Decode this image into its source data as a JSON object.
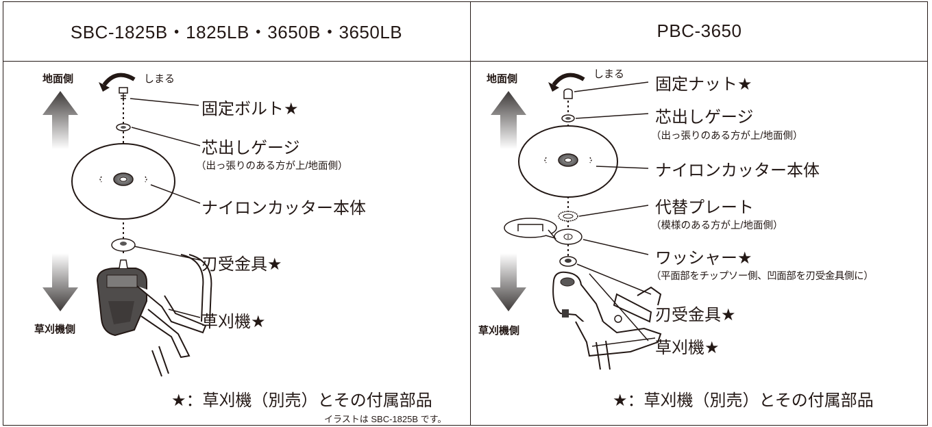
{
  "left_panel": {
    "header": "SBC-1825B・1825LB・3650B・3650LB",
    "ground_side": "地面側",
    "cutter_side": "草刈機側",
    "tighten": "しまる",
    "parts": {
      "bolt": "固定ボルト★",
      "gauge": "芯出しゲージ",
      "gauge_note": "（出っ張りのある方が上/地面側）",
      "body": "ナイロンカッター本体",
      "holder": "刃受金具★",
      "trimmer": "草刈機★"
    },
    "legend": "★：草刈機（別売）とその付属部品",
    "caption": "イラストは SBC-1825B です。"
  },
  "right_panel": {
    "header": "PBC-3650",
    "ground_side": "地面側",
    "cutter_side": "草刈機側",
    "tighten": "しまる",
    "parts": {
      "nut": "固定ナット★",
      "gauge": "芯出しゲージ",
      "gauge_note": "（出っ張りのある方が上/地面側）",
      "body": "ナイロンカッター本体",
      "plate": "代替プレート",
      "plate_note": "（模様のある方が上/地面側）",
      "washer": "ワッシャー★",
      "washer_note": "（平面部をチップソー側、凹面部を刃受金具側に）",
      "holder": "刃受金具★",
      "trimmer": "草刈機★"
    },
    "legend": "★：草刈機（別売）とその付属部品"
  },
  "colors": {
    "line": "#231815",
    "arrow_dark": "#3e3a39",
    "arrow_light": "#ffffff"
  }
}
